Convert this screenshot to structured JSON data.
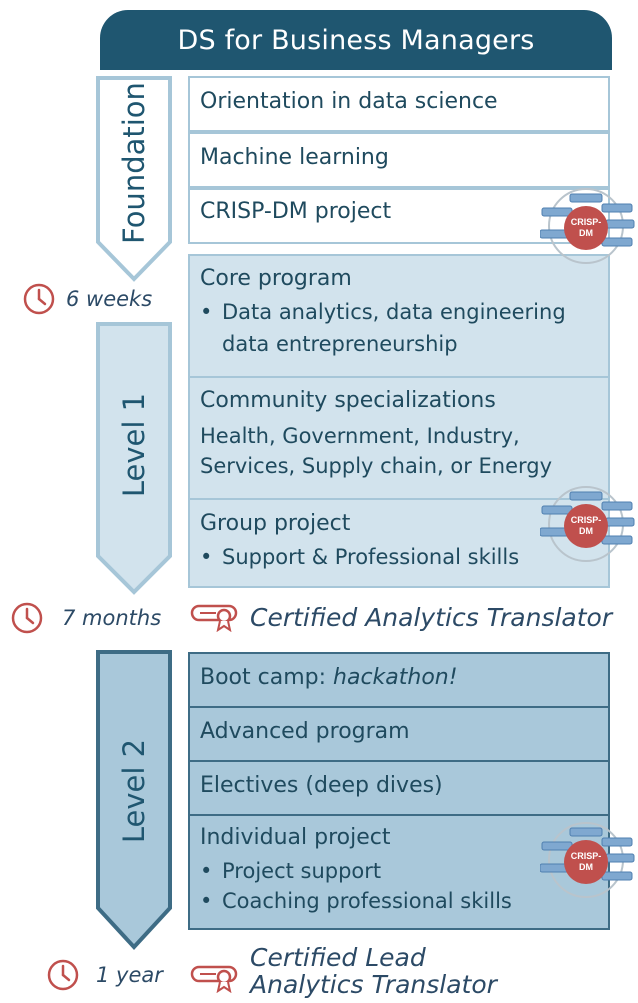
{
  "header": {
    "title": "DS for Business Managers"
  },
  "stages": {
    "foundation": {
      "label": "Foundation",
      "modules": [
        {
          "title": "Orientation in data science"
        },
        {
          "title": "Machine learning"
        },
        {
          "title": "CRISP-DM project"
        }
      ]
    },
    "level1": {
      "label": "Level 1",
      "modules": [
        {
          "title": "Core program",
          "bullets": [
            "Data analytics, data engineering",
            "data entrepreneurship"
          ]
        },
        {
          "title": "Community specializations",
          "lines": [
            "Health, Government, Industry,",
            "Services, Supply chain, or Energy"
          ]
        },
        {
          "title": "Group project",
          "bullets": [
            "Support & Professional skills"
          ]
        }
      ]
    },
    "level2": {
      "label": "Level 2",
      "modules": [
        {
          "title": "Boot camp: ",
          "title_italic": "hackathon!"
        },
        {
          "title": "Advanced program"
        },
        {
          "title": "Electives (deep dives)"
        },
        {
          "title": "Individual project",
          "bullets": [
            "Project support",
            "Coaching professional skills"
          ]
        }
      ]
    }
  },
  "timeline": {
    "foundation_duration": "6 weeks",
    "level1_duration": "7 months",
    "level2_duration": "1 year"
  },
  "certificates": {
    "level1": "Certified Analytics Translator",
    "level2_line1": "Certified Lead",
    "level2_line2": "Analytics Translator"
  },
  "badges": {
    "crisp_line1": "CRISP-",
    "crisp_line2": "DM"
  },
  "colors": {
    "header": "#1f5670",
    "foundation_fill": "#ffffff",
    "level1_fill": "#d2e3ed",
    "level2_fill": "#a9c8da",
    "accent_red": "#c0504d",
    "text_dark": "#1f4a5e"
  },
  "icons": {
    "clock": "clock-icon",
    "certificate": "certificate-icon",
    "crisp_dm": "crisp-dm-icon"
  }
}
